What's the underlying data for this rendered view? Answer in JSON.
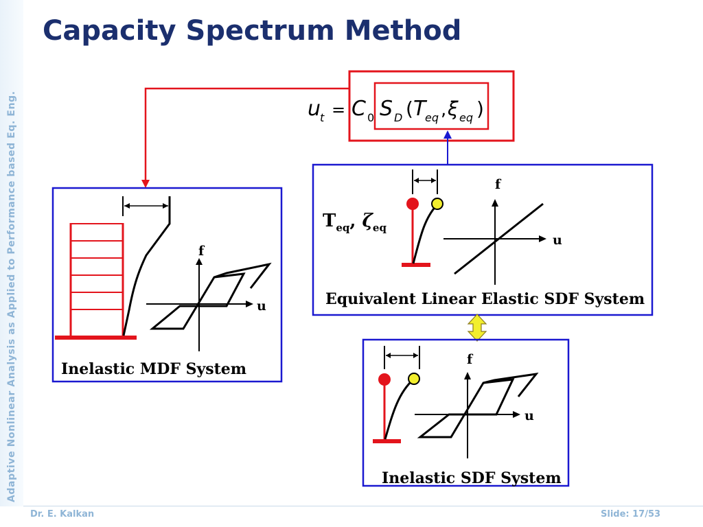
{
  "slide": {
    "title": "Capacity Spectrum Method",
    "side_text": "Adaptive Nonlinear Analysis as Applied to Performance based Eq. Eng.",
    "footer_author": "Dr. E. Kalkan",
    "footer_slide": "Slide: 17/53"
  },
  "equation": {
    "u": "u",
    "u_sub": "t",
    "equals": "=",
    "c": "C",
    "c_sub": "0",
    "s": "S",
    "s_sub": "D",
    "open": "(",
    "t": "T",
    "t_sub": "eq",
    "comma": ",",
    "xi": "ξ",
    "xi_sub": "eq",
    "close": ")"
  },
  "mdf_box": {
    "caption": "Inelastic MDF System",
    "axis_f": "f",
    "axis_u": "u"
  },
  "elastic_box": {
    "caption": "Equivalent Linear Elastic SDF System",
    "axis_f": "f",
    "axis_u": "u",
    "param_t": "T",
    "param_t_sub": "eq",
    "param_sep": ", ",
    "param_zeta": "ζ",
    "param_zeta_sub": "eq"
  },
  "sdf_box": {
    "caption": "Inelastic SDF System",
    "axis_f": "f",
    "axis_u": "u"
  },
  "colors": {
    "red": "#e3141c",
    "blue": "#1a18d0",
    "yellow": "#f2ee2e",
    "title": "#1b2f6e"
  }
}
